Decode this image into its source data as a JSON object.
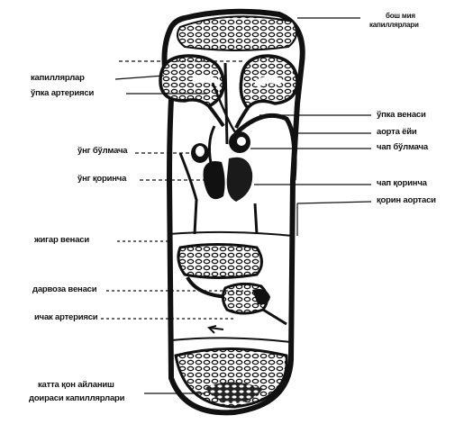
{
  "labels": {
    "bosh_capillaries_l1": "бош мия",
    "bosh_capillaries_l2": "капиллярлари",
    "capillaries": "капиллярлар",
    "pulmonary_artery": "ўпка артерияси",
    "pulmonary_vein": "ўпка венаси",
    "aortic_arch": "аорта ёйи",
    "left_ventricle": "чап бўлмача",
    "right_atrium": "ўнг бўлмача",
    "right_ventricle": "ўнг қоринча",
    "left_ventricle_lower": "чап қоринча",
    "abdominal_aorta": "қорин аортаси",
    "hepatic_vein": "жигар венаси",
    "portal_vein": "дарвоза венаси",
    "intestinal_artery": "ичак артерияси",
    "systemic_circulation_l1": "катта қон айланиш",
    "systemic_circulation_l2": "доираси капиллярлари"
  }
}
